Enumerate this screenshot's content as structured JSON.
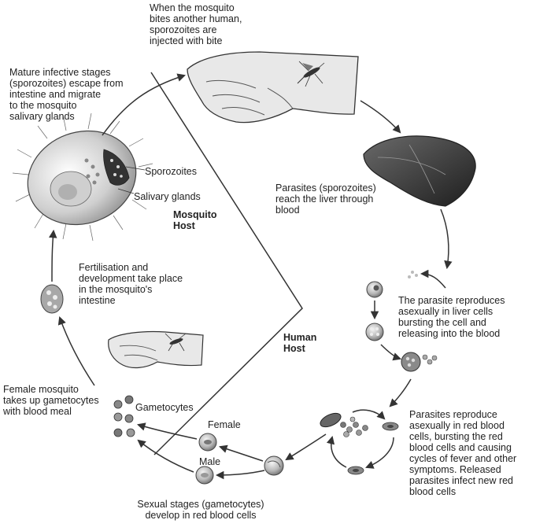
{
  "labels": {
    "bite_human": "When the mosquito\nbites another human,\nsporozoites are\ninjected with bite",
    "mature_stages": "Mature infective stages\n(sporozoites) escape from\nintestine and migrate\nto the mosquito\nsalivary glands",
    "sporozoites": "Sporozoites",
    "salivary_glands": "Salivary glands",
    "mosquito_host": "Mosquito\nHost",
    "liver": "Parasites (sporozoites)\nreach the liver through\nblood",
    "fertilisation": "Fertilisation and\ndevelopment take place\nin the mosquito's\nintestine",
    "liver_reproduce": "The parasite reproduces\nasexually in liver cells\nbursting the cell and\nreleasing into the blood",
    "human_host": "Human\nHost",
    "female_mosquito": "Female mosquito\ntakes up gametocytes\nwith blood meal",
    "gametocytes": "Gametocytes",
    "female": "Female",
    "male": "Male",
    "rbc_reproduce": "Parasites reproduce\nasexually in red blood\ncells, bursting the red\nblood cells and causing\ncycles of fever and other\nsymptoms. Released\nparasites infect new red\nblood cells",
    "sexual_stages": "Sexual stages (gametocytes)\ndevelop in red blood cells"
  },
  "colors": {
    "ink": "#222222",
    "arrow": "#333333",
    "liver_fill": "#3a3a3a",
    "cell_fill": "#9a9a9a",
    "skin": "#e6e6e6"
  }
}
